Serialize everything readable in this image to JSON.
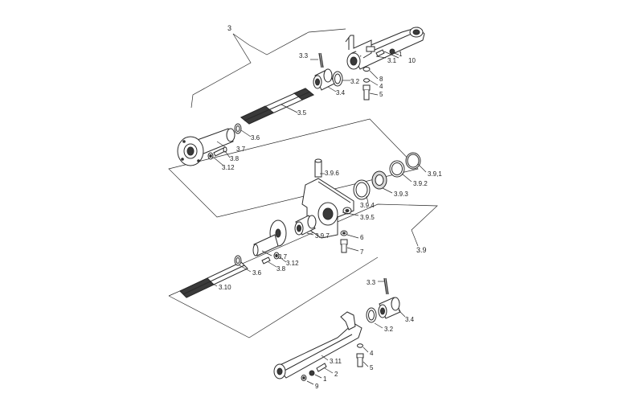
{
  "labels": {
    "l3": "3",
    "l3_3a": "3.3",
    "l3_1": "3.1",
    "l10a": "10",
    "l1a": "1",
    "l3_2a": "3.2",
    "l8a": "8",
    "l4a": "4",
    "l5a": "5",
    "l3_4a": "3.4",
    "l3_5": "3.5",
    "l3_6a": "3.6",
    "l3_7a": "3.7",
    "l3_8a": "3.8",
    "l3_12a": "3.12",
    "l3_9_6": "3.9.6",
    "l3_9_1": "3.9,1",
    "l3_9_2": "3.9.2",
    "l3_9_3": "3.9.3",
    "l3_9_4": "3.9,4",
    "l3_9_5": "3.9.5",
    "l3_9_7": "3.9.7",
    "l6": "6",
    "l7": "7",
    "l3_9": "3.9",
    "l3_7b": "3.7",
    "l3_12b": "3.12",
    "l3_8b": "3.8",
    "l3_6b": "3.6",
    "l3_10": "3.10",
    "l3_3b": "3.3",
    "l3_4b": "3.4",
    "l3_2b": "3.2",
    "l4b": "4",
    "l5b": "5",
    "l3_11": "3.11",
    "l2": "2",
    "l1b": "1",
    "l9": "9"
  }
}
